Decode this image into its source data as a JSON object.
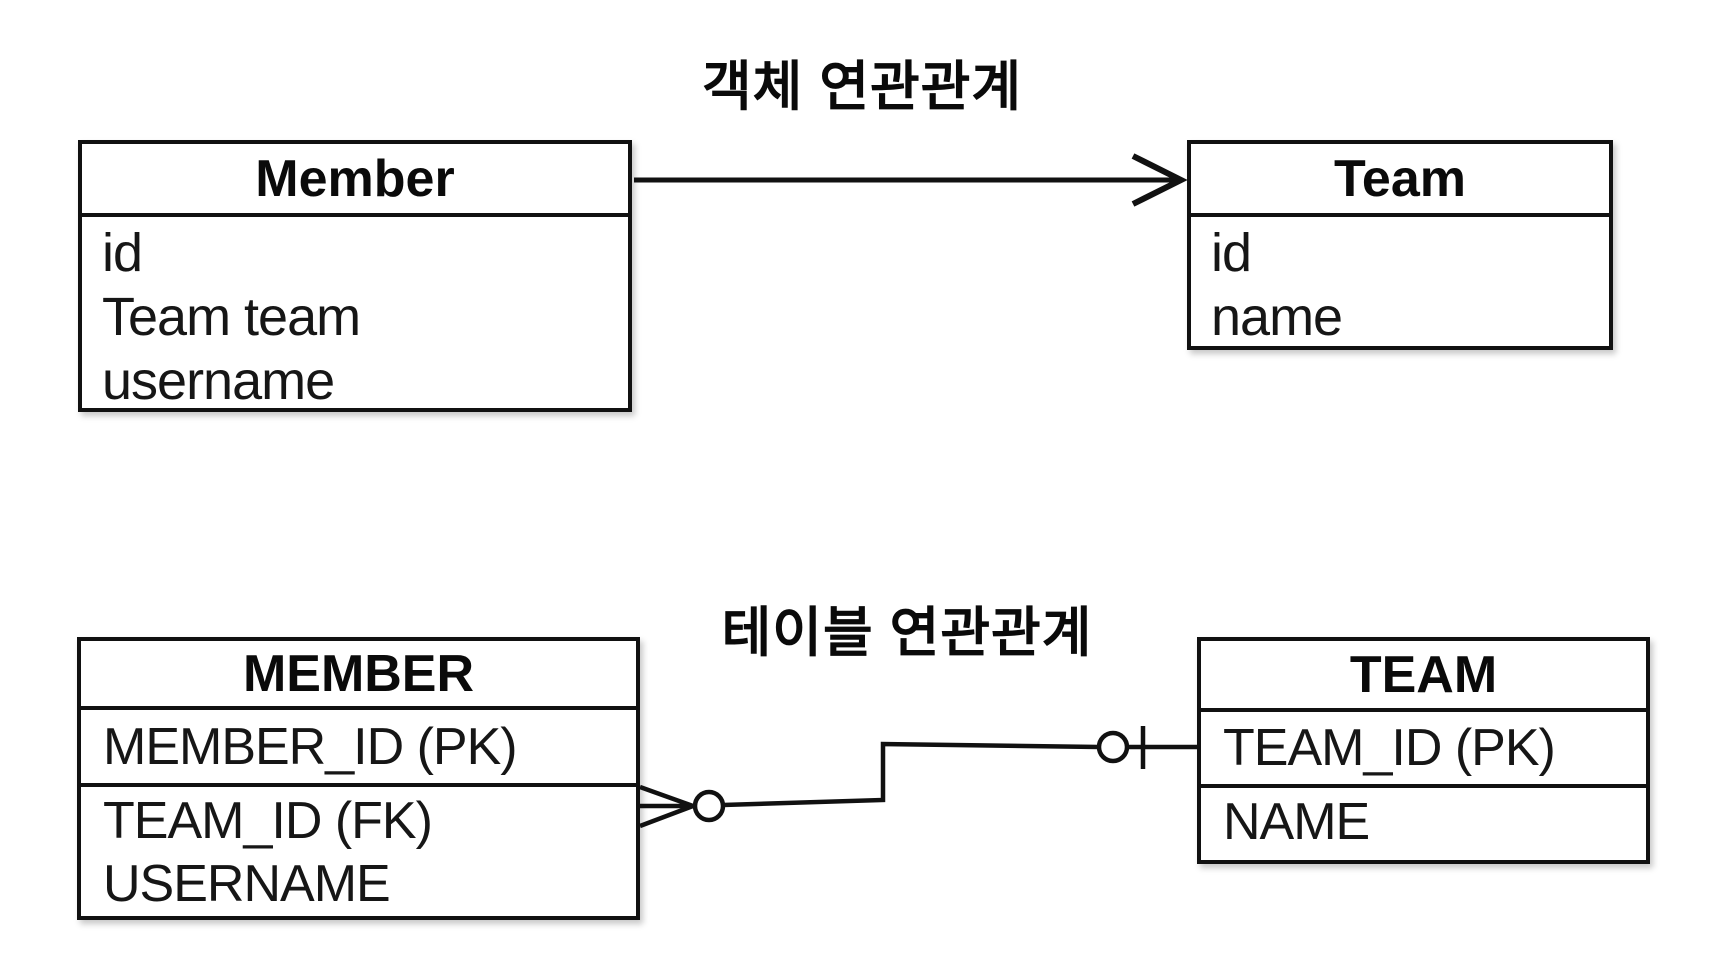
{
  "titles": {
    "object": "객체 연관관계",
    "table": "테이블 연관관계"
  },
  "object_diagram": {
    "member": {
      "title": "Member",
      "fields": [
        "id",
        "Team team",
        "username"
      ]
    },
    "team": {
      "title": "Team",
      "fields": [
        "id",
        "name"
      ]
    },
    "relation": {
      "type": "directed-arrow",
      "from": "Member",
      "to": "Team"
    }
  },
  "table_diagram": {
    "member": {
      "title": "MEMBER",
      "primary_key": "MEMBER_ID (PK)",
      "fields": [
        "TEAM_ID (FK)",
        "USERNAME"
      ]
    },
    "team": {
      "title": "TEAM",
      "primary_key": "TEAM_ID (PK)",
      "fields": [
        "NAME"
      ]
    },
    "relation": {
      "type": "many-to-one",
      "from": "MEMBER",
      "to": "TEAM"
    }
  },
  "colors": {
    "line": "#111111",
    "text": "#111111",
    "background": "#ffffff"
  }
}
